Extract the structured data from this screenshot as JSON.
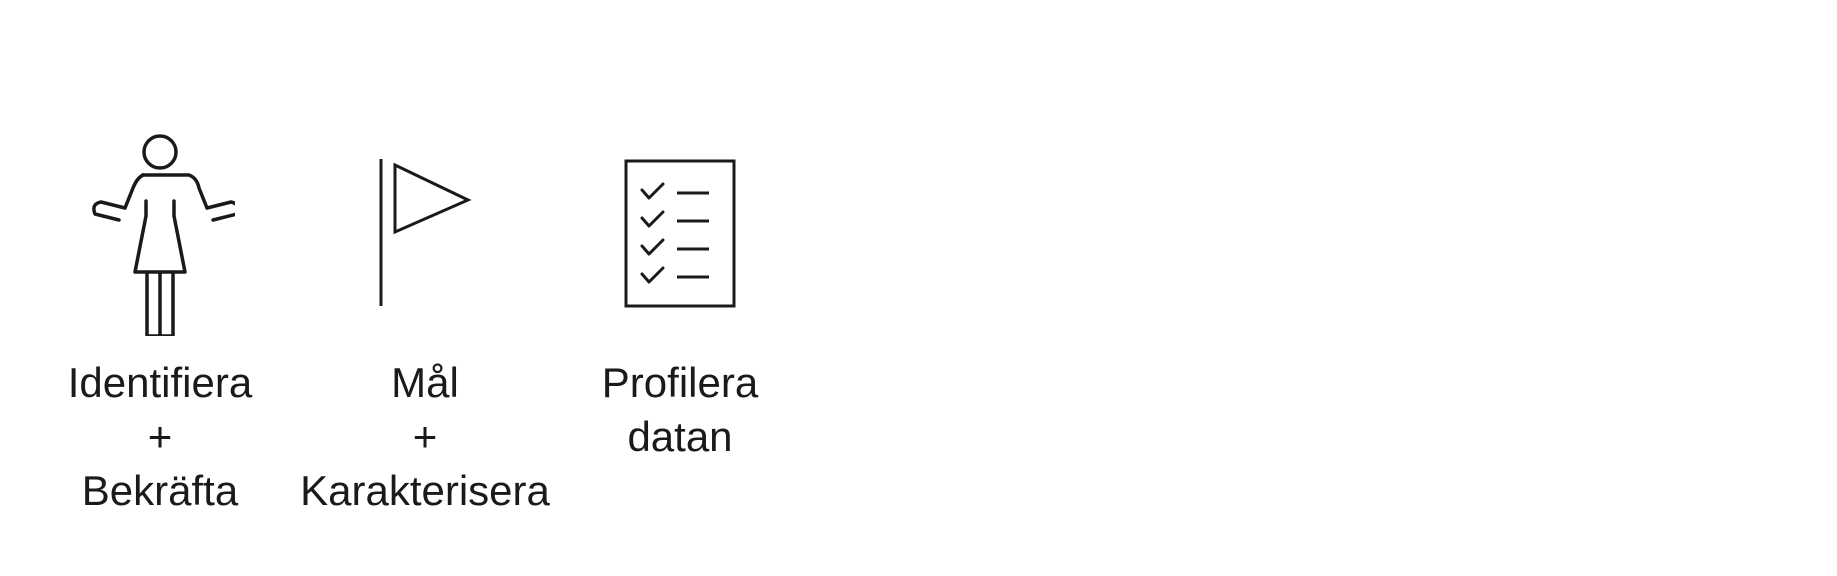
{
  "steps": [
    {
      "icon": "person-shrug-icon",
      "lines": [
        "Identifiera",
        "+",
        "Bekräfta"
      ]
    },
    {
      "icon": "flag-icon",
      "lines": [
        "Mål",
        "+",
        "Karakterisera"
      ]
    },
    {
      "icon": "checklist-icon",
      "lines": [
        "Profilera",
        "datan"
      ]
    }
  ],
  "colors": {
    "stroke": "#1a1a1a",
    "background": "#ffffff"
  }
}
